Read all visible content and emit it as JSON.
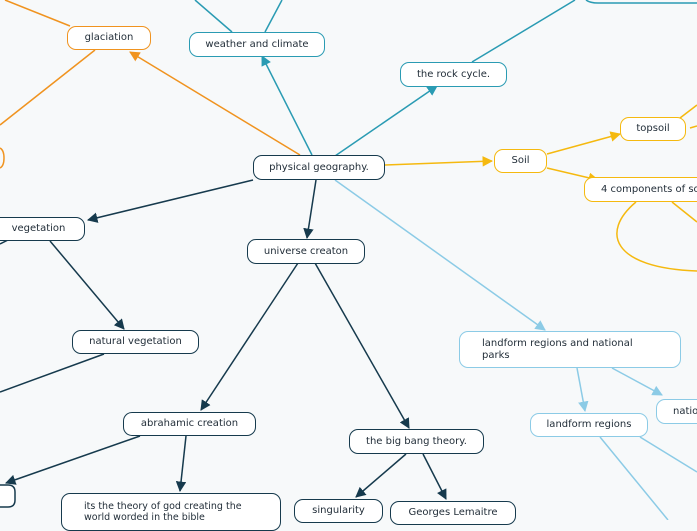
{
  "nodes": {
    "physical_geography": "physical geography.",
    "glaciation": "glaciation",
    "weather_climate": "weather and climate",
    "rock_cycle": "the rock cycle.",
    "soil": "Soil",
    "topsoil": "topsoil",
    "soil_components": "4 components of so",
    "vegetation": "vegetation",
    "universe_creation": "universe creaton",
    "natural_vegetation": "natural vegetation",
    "landform_national": "landform regions and national parks",
    "national_parks_partial": "natio",
    "landform_regions": "landform regions",
    "abrahamic_creation": "abrahamic creation",
    "big_bang": "the big bang theory.",
    "god_theory": "its the theory of god creating the world worded in the bible",
    "singularity": "singularity",
    "georges_lemaitre": "Georges Lemaitre"
  },
  "colors": {
    "orange": "#f0931f",
    "yellow": "#f5b90f",
    "teal": "#2a9bb3",
    "navy": "#163a4d",
    "light_blue": "#8ccbe6"
  }
}
